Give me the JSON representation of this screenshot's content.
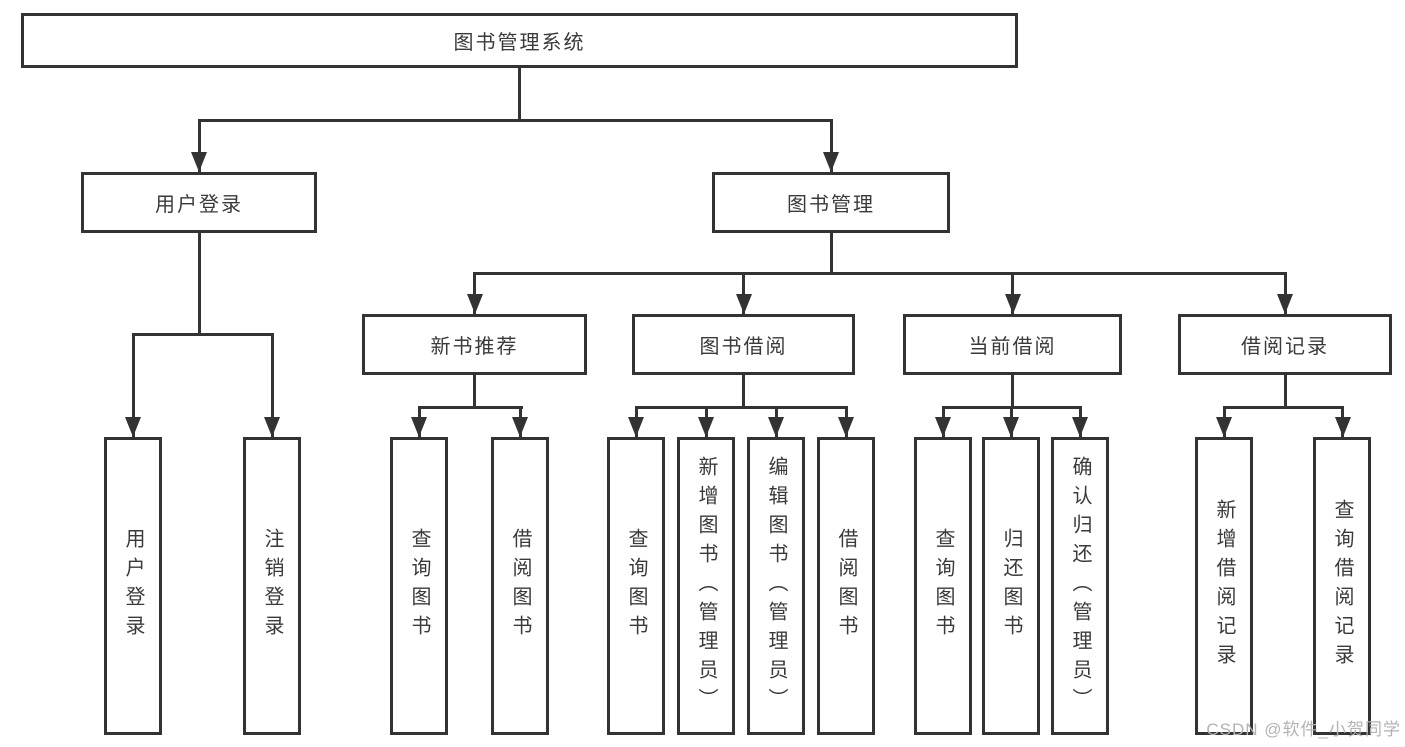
{
  "diagram": {
    "title": "图书管理系统",
    "watermark": "CSDN @软件_小贺同学",
    "colors": {
      "line": "#333333",
      "text": "#3a3a3a",
      "background": "#ffffff",
      "watermark": "#b3b3b3"
    },
    "nodes": {
      "root": {
        "label": "图书管理系统"
      },
      "level2": [
        {
          "label": "用户登录"
        },
        {
          "label": "图书管理"
        }
      ],
      "level3": [
        {
          "label": "新书推荐",
          "parent": "图书管理"
        },
        {
          "label": "图书借阅",
          "parent": "图书管理"
        },
        {
          "label": "当前借阅",
          "parent": "图书管理"
        },
        {
          "label": "借阅记录",
          "parent": "图书管理"
        }
      ],
      "leaves": [
        {
          "label": "用户登录",
          "parent": "用户登录"
        },
        {
          "label": "注销登录",
          "parent": "用户登录"
        },
        {
          "label": "查询图书",
          "parent": "新书推荐"
        },
        {
          "label": "借阅图书",
          "parent": "新书推荐"
        },
        {
          "label": "查询图书",
          "parent": "图书借阅"
        },
        {
          "label": "新增图书（管理员）",
          "parent": "图书借阅"
        },
        {
          "label": "编辑图书（管理员）",
          "parent": "图书借阅"
        },
        {
          "label": "借阅图书",
          "parent": "图书借阅"
        },
        {
          "label": "查询图书",
          "parent": "当前借阅"
        },
        {
          "label": "归还图书",
          "parent": "当前借阅"
        },
        {
          "label": "确认归还（管理员）",
          "parent": "当前借阅"
        },
        {
          "label": "新增借阅记录",
          "parent": "借阅记录"
        },
        {
          "label": "查询借阅记录",
          "parent": "借阅记录"
        }
      ]
    }
  }
}
